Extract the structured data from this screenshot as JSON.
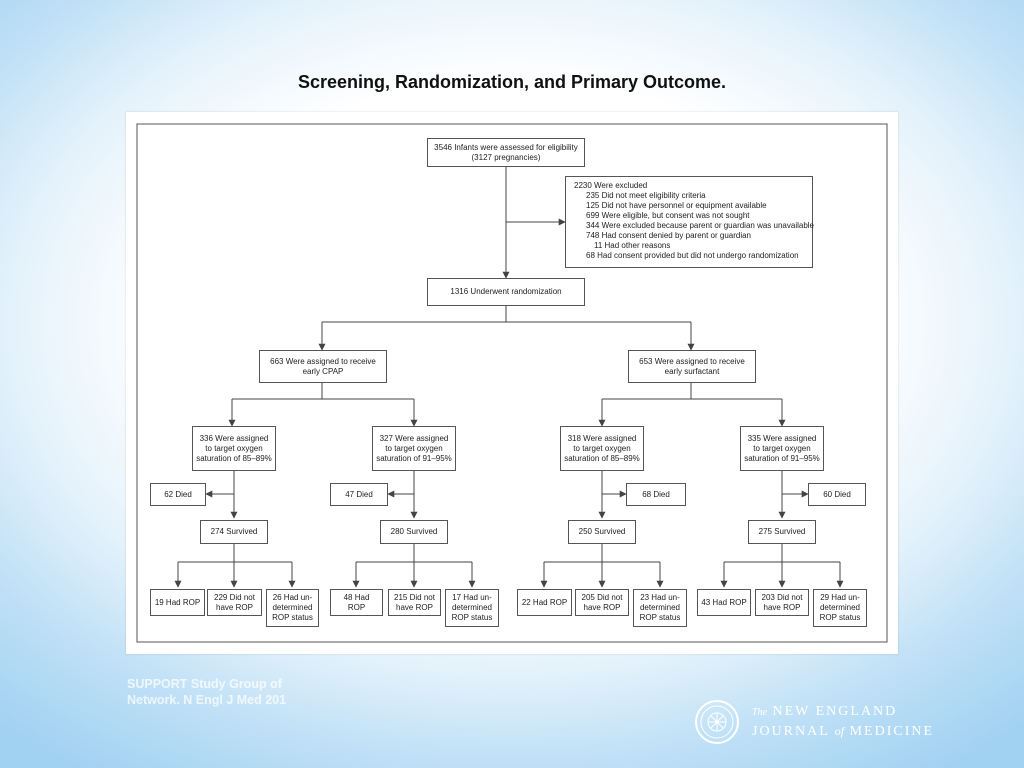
{
  "slide_title": "Screening, Randomization, and Primary Outcome.",
  "flowchart": {
    "assessed": "3546 Infants were assessed for eligibility\n(3127 pregnancies)",
    "excluded": {
      "header": "2230 Were excluded",
      "reasons": [
        "235 Did not meet eligibility criteria",
        "125 Did not have personnel or equipment available",
        "699 Were eligible, but consent was not sought",
        "344 Were excluded because parent or guardian was unavailable",
        "748 Had consent denied by parent or guardian",
        "11 Had other reasons",
        "68 Had consent provided but did not undergo randomization"
      ]
    },
    "randomized": "1316 Underwent randomization",
    "arms": [
      {
        "label": "663 Were assigned to receive\nearly CPAP",
        "groups": [
          {
            "assigned": "336 Were assigned\nto target oxygen\nsaturation of 85–89%",
            "died": "62 Died",
            "survived": "274 Survived",
            "outcomes": [
              "19 Had ROP",
              "229 Did not\nhave ROP",
              "26 Had un-\ndetermined\nROP status"
            ]
          },
          {
            "assigned": "327 Were assigned\nto target oxygen\nsaturation of 91–95%",
            "died": "47 Died",
            "survived": "280 Survived",
            "outcomes": [
              "48 Had ROP",
              "215 Did not\nhave ROP",
              "17 Had un-\ndetermined\nROP status"
            ]
          }
        ]
      },
      {
        "label": "653 Were assigned to receive\nearly surfactant",
        "groups": [
          {
            "assigned": "318 Were assigned\nto target oxygen\nsaturation of 85–89%",
            "died": "68 Died",
            "survived": "250 Survived",
            "outcomes": [
              "22 Had ROP",
              "205 Did not\nhave ROP",
              "23 Had un-\ndetermined\nROP status"
            ]
          },
          {
            "assigned": "335 Were assigned\nto target oxygen\nsaturation of 91–95%",
            "died": "60 Died",
            "survived": "275 Survived",
            "outcomes": [
              "43 Had ROP",
              "203 Did not\nhave ROP",
              "29 Had un-\ndetermined\nROP status"
            ]
          }
        ]
      }
    ]
  },
  "citation": {
    "line1": "SUPPORT Study Group of",
    "line2": "Network. N Engl J Med 201"
  },
  "journal": {
    "the": "The",
    "line1": "NEW ENGLAND",
    "journal_word": "JOURNAL",
    "of": "of",
    "medicine": "MEDICINE"
  }
}
